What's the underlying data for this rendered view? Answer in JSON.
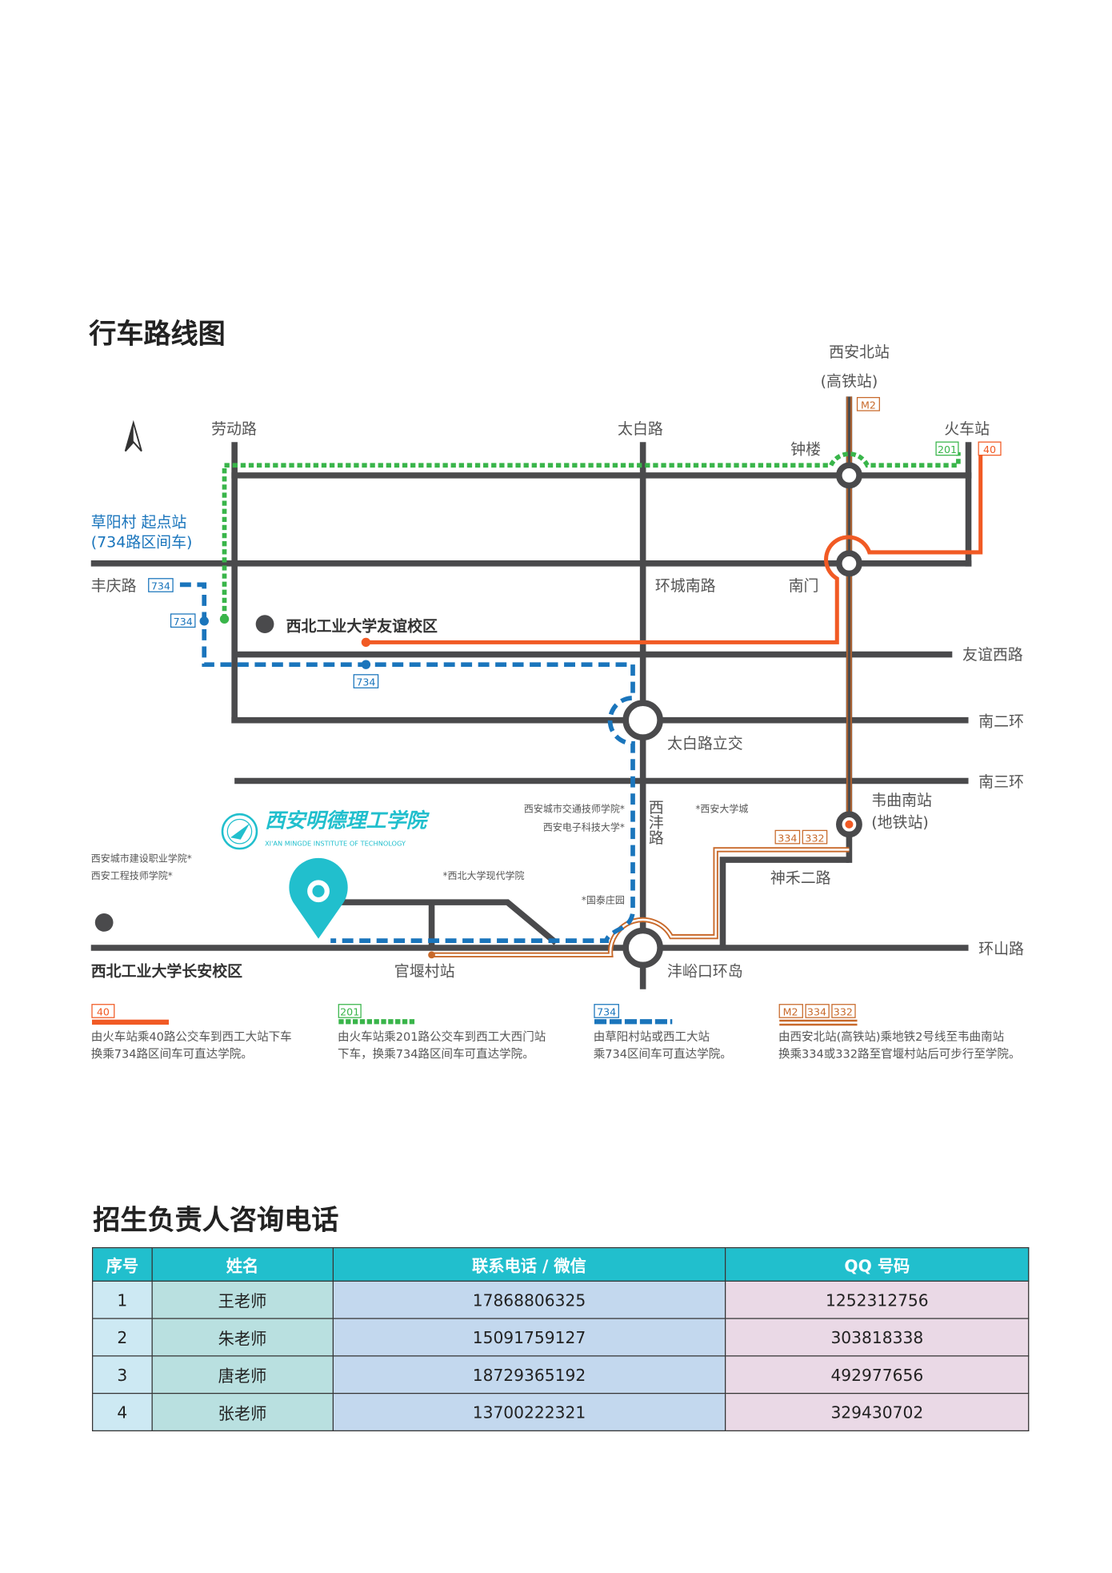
{
  "map": {
    "title": "行车路线图",
    "roads": {
      "laodong": "劳动路",
      "taibai": "太白路",
      "huancheng": "环城南路",
      "youyi": "友谊西路",
      "naner": "南二环",
      "nansan": "南三环",
      "huanshan": "环山路",
      "xifeng": "西沣路",
      "shenhe": "神禾二路",
      "fengqing": "丰庆路"
    },
    "places": {
      "xian_north": "西安北站",
      "xian_north_sub": "(高铁站)",
      "train_station": "火车站",
      "bell_tower": "钟楼",
      "south_gate": "南门",
      "caoyang": "草阳村 起点站",
      "caoyang_sub": "(734路区间车)",
      "nwpu_youyi": "西北工业大学友谊校区",
      "taibai_interchange": "太白路立交",
      "weiqu_south": "韦曲南站",
      "weiqu_south_sub": "(地铁站)",
      "fengyu": "沣峪口环岛",
      "guanyan": "官堰村站",
      "nwpu_changan": "西北工业大学长安校区"
    },
    "pois": [
      "西安城市交通技师学院*",
      "西安电子科技大学*",
      "*西安大学城",
      "*西北大学现代学院",
      "*国泰庄园",
      "西安城市建设职业学院*",
      "西安工程技师学院*"
    ],
    "logo": {
      "cn": "西安明德理工学院",
      "en": "XI'AN MINGDE INSTITUTE OF TECHNOLOGY"
    },
    "route_badges": {
      "m2": "M2",
      "r40": "40",
      "r201": "201",
      "r734": "734",
      "r334": "334",
      "r332": "332"
    },
    "colors": {
      "road": "#4a4a4c",
      "r40": "#f15a24",
      "r201": "#39b54a",
      "r734": "#1a75bc",
      "metro": "#c8692a",
      "pin": "#21bfcd"
    },
    "legend": [
      {
        "badges": [
          "40"
        ],
        "text1": "由火车站乘40路公交车到西工大站下车",
        "text2": "换乘734路区间车可直达学院。"
      },
      {
        "badges": [
          "201"
        ],
        "text1": "由火车站乘201路公交车到西工大西门站",
        "text2": "下车，换乘734路区间车可直达学院。"
      },
      {
        "badges": [
          "734"
        ],
        "text1": "由草阳村站或西工大站",
        "text2": "乘734区间车可直达学院。"
      },
      {
        "badges": [
          "M2",
          "334",
          "332"
        ],
        "text1": "由西安北站(高铁站)乘地铁2号线至韦曲南站",
        "text2": "换乘334或332路至官堰村站后可步行至学院。"
      }
    ]
  },
  "contacts": {
    "title": "招生负责人咨询电话",
    "headers": [
      "序号",
      "姓名",
      "联系电话 / 微信",
      "QQ 号码"
    ],
    "rows": [
      [
        "1",
        "王老师",
        "17868806325",
        "1252312756"
      ],
      [
        "2",
        "朱老师",
        "15091759127",
        "303818338"
      ],
      [
        "3",
        "唐老师",
        "18729365192",
        "492977656"
      ],
      [
        "4",
        "张老师",
        "13700222321",
        "329430702"
      ]
    ]
  }
}
